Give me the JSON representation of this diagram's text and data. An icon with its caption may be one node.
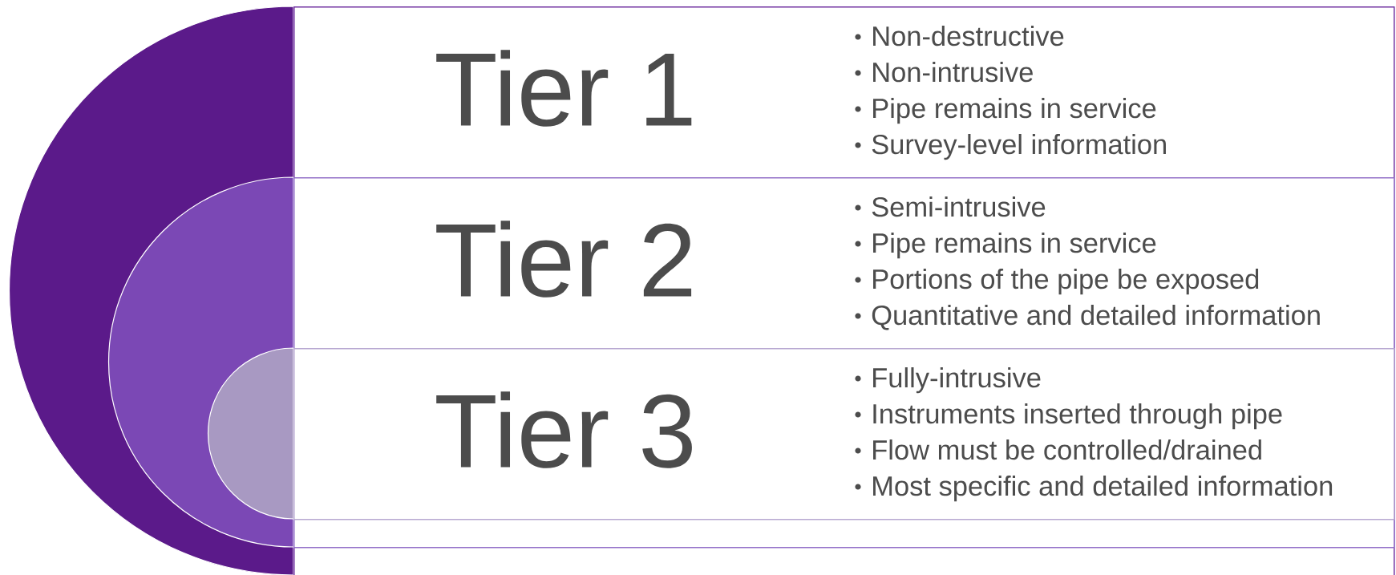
{
  "diagram": {
    "nodes": [
      {
        "text": [
          "Tier 1",
          "Non-destructive",
          "Non-intrusive",
          "Pipe remains in service",
          "Survey-level information"
        ]
      },
      {
        "text": [
          "Tier 2",
          "Semi-intrusive",
          "Pipe remains in service",
          "Portions of the pipe be exposed",
          "Quantitative and detailed information"
        ],
        "in": 0
      },
      {
        "text": [
          "Tier 3",
          "Fully-intrusive",
          "Instruments inserted through pipe",
          "Flow must be controlled/drained",
          "Most specific and detailed information"
        ],
        "in": 1
      }
    ]
  }
}
